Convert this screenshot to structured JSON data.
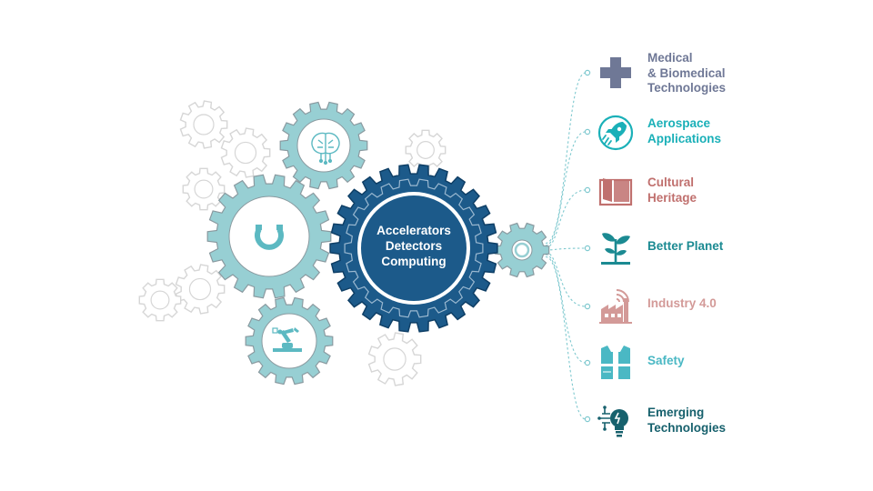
{
  "hub": {
    "lines": [
      "Accelerators",
      "Detectors",
      "Computing"
    ],
    "color": "#1c5a8a"
  },
  "colors": {
    "teal_gear": "#97cfd3",
    "gear_outline": "#d6d6d6",
    "connector": "#7fc9cf"
  },
  "applications": [
    {
      "id": "medical",
      "icon": "medical-cross-icon",
      "color": "#6f7896",
      "lines": [
        "Medical",
        "& Biomedical",
        "Technologies"
      ]
    },
    {
      "id": "aerospace",
      "icon": "rocket-icon",
      "color": "#1ab0b8",
      "lines": [
        "Aerospace",
        "Applications"
      ]
    },
    {
      "id": "cultural",
      "icon": "book-icon",
      "color": "#c0706e",
      "lines": [
        "Cultural",
        "Heritage"
      ]
    },
    {
      "id": "planet",
      "icon": "sprout-icon",
      "color": "#1b8a92",
      "lines": [
        "Better Planet"
      ]
    },
    {
      "id": "industry",
      "icon": "factory-icon",
      "color": "#d39a98",
      "lines": [
        "Industry 4.0"
      ]
    },
    {
      "id": "safety",
      "icon": "safety-vest-icon",
      "color": "#4ab8c4",
      "lines": [
        "Safety"
      ]
    },
    {
      "id": "emerging",
      "icon": "lightbulb-icon",
      "color": "#17616d",
      "lines": [
        "Emerging",
        "Technologies"
      ]
    }
  ]
}
